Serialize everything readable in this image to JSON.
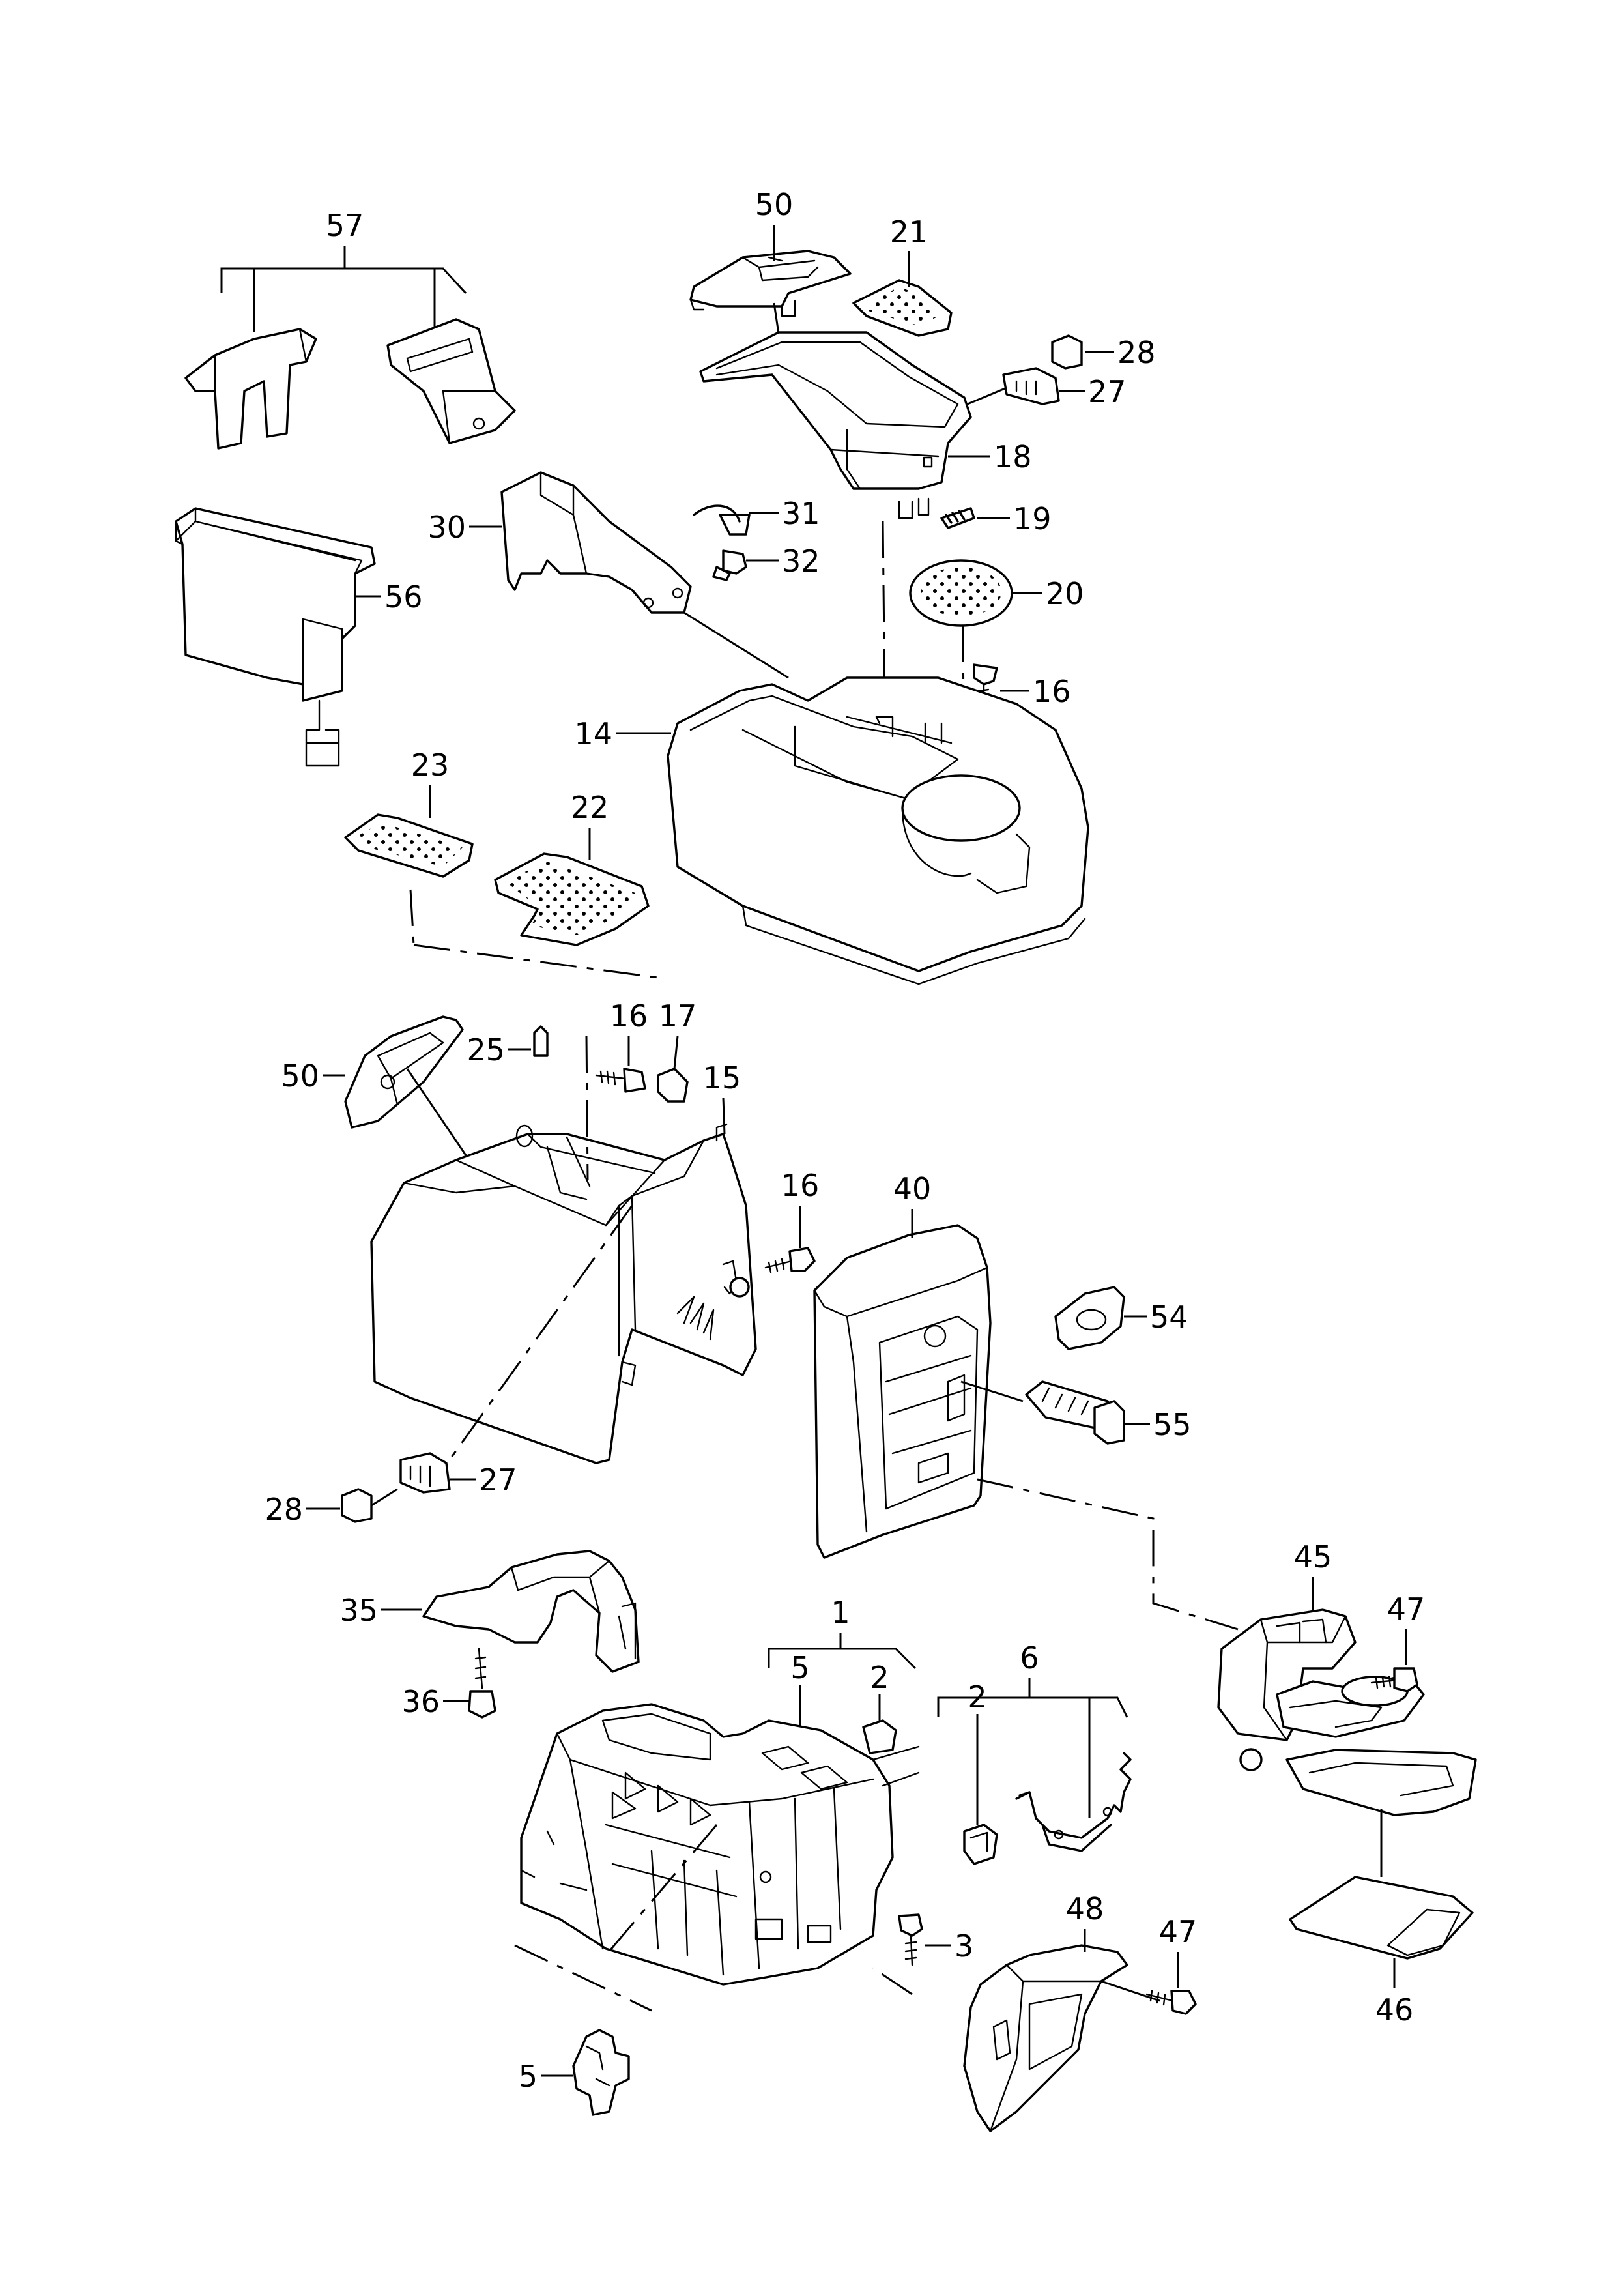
{
  "diagram": {
    "background": "#ffffff",
    "line_color": "#000000",
    "callouts": {
      "c1": "1",
      "c2a": "2",
      "c2b": "2",
      "c3": "3",
      "c5a": "5",
      "c5b": "5",
      "c6": "6",
      "c14": "14",
      "c15": "15",
      "c16a": "16",
      "c16b": "16",
      "c16c": "16",
      "c17": "17",
      "c18": "18",
      "c19": "19",
      "c20": "20",
      "c21": "21",
      "c22": "22",
      "c23": "23",
      "c25": "25",
      "c27a": "27",
      "c27b": "27",
      "c28a": "28",
      "c28b": "28",
      "c30": "30",
      "c31": "31",
      "c32": "32",
      "c35": "35",
      "c36": "36",
      "c40": "40",
      "c45": "45",
      "c46": "46",
      "c47a": "47",
      "c47b": "47",
      "c48": "48",
      "c50a": "50",
      "c50b": "50",
      "c54": "54",
      "c55": "55",
      "c56": "56",
      "c57": "57"
    }
  }
}
